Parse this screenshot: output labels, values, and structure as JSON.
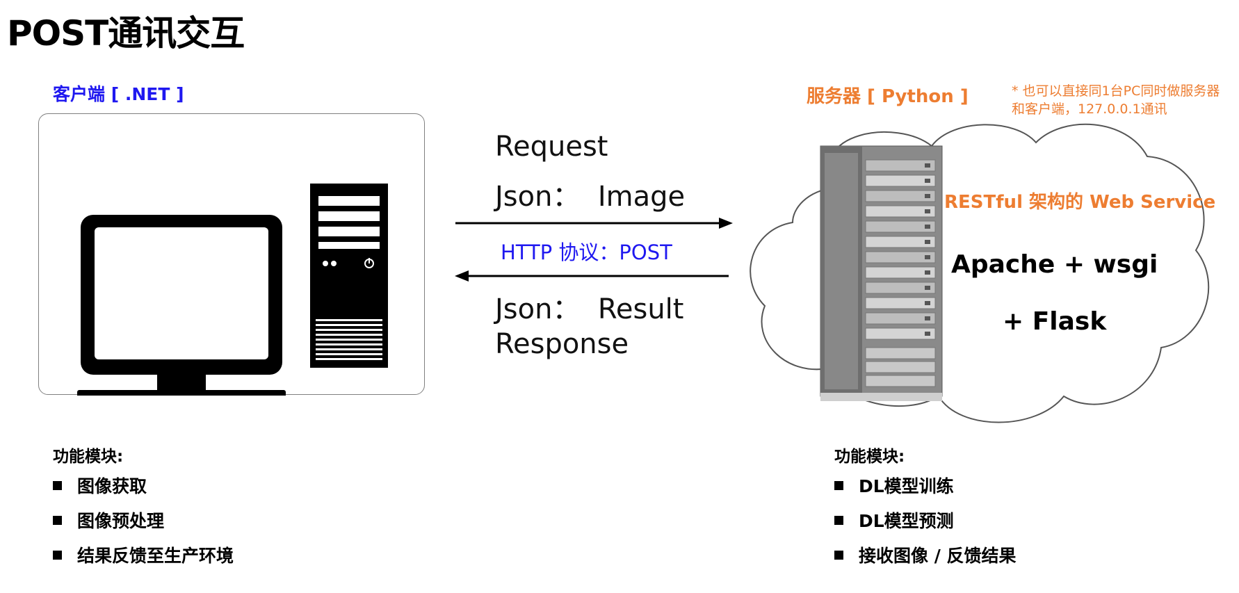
{
  "title": "POST通讯交互",
  "client": {
    "label": "客户端 [ .NET ]",
    "modules_title": "功能模块:",
    "modules": [
      "图像获取",
      "图像预处理",
      "结果反馈至生产环境"
    ]
  },
  "server": {
    "label": "服务器 [ Python ]",
    "note": "* 也可以直接同1台PC同时做服务器和客户端，127.0.0.1通讯",
    "rest_label": "RESTful 架构的 Web Service",
    "stack_line1": "Apache + wsgi",
    "stack_line2": "+ Flask",
    "modules_title": "功能模块:",
    "modules": [
      "DL模型训练",
      "DL模型预测",
      "接收图像 / 反馈结果"
    ]
  },
  "exchange": {
    "request_line1": "Request",
    "request_line2": "Json：  Image",
    "protocol": "HTTP 协议：POST",
    "response_line1": "Json：  Result",
    "response_line2": "Response"
  },
  "colors": {
    "blue": "#1f18f0",
    "orange": "#ed7d31",
    "dark": "#111111"
  }
}
